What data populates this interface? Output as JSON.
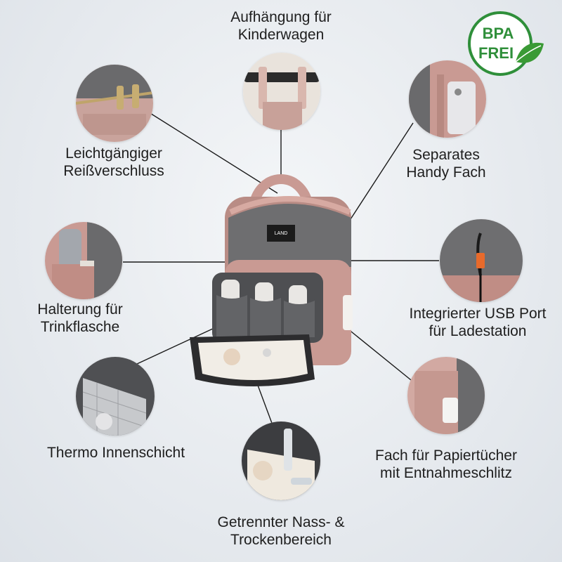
{
  "badge": {
    "line1": "BPA",
    "line2": "FREI",
    "icon": "leaf-icon",
    "color": "#2f8f3a"
  },
  "brand_tag": "LAND",
  "features": {
    "stroller_hook": {
      "line1": "Aufhängung für",
      "line2": "Kinderwagen"
    },
    "zipper": {
      "line1": "Leichtgängiger",
      "line2": "Reißverschluss"
    },
    "phone_pocket": {
      "line1": "Separates",
      "line2": "Handy Fach"
    },
    "bottle_holder": {
      "line1": "Halterung für",
      "line2": "Trinkflasche"
    },
    "usb_port": {
      "line1": "Integrierter USB Port",
      "line2": "für Ladestation"
    },
    "thermo": {
      "line1": "Thermo Innenschicht"
    },
    "tissue_pocket": {
      "line1": "Fach für Papiertücher",
      "line2": "mit Entnahmeschlitz"
    },
    "wet_dry": {
      "line1": "Getrennter Nass- &",
      "line2": "Trockenbereich"
    }
  },
  "colors": {
    "bag_pink": "#c99a93",
    "bag_grey": "#6e6e70",
    "line": "#1a1a1a"
  }
}
